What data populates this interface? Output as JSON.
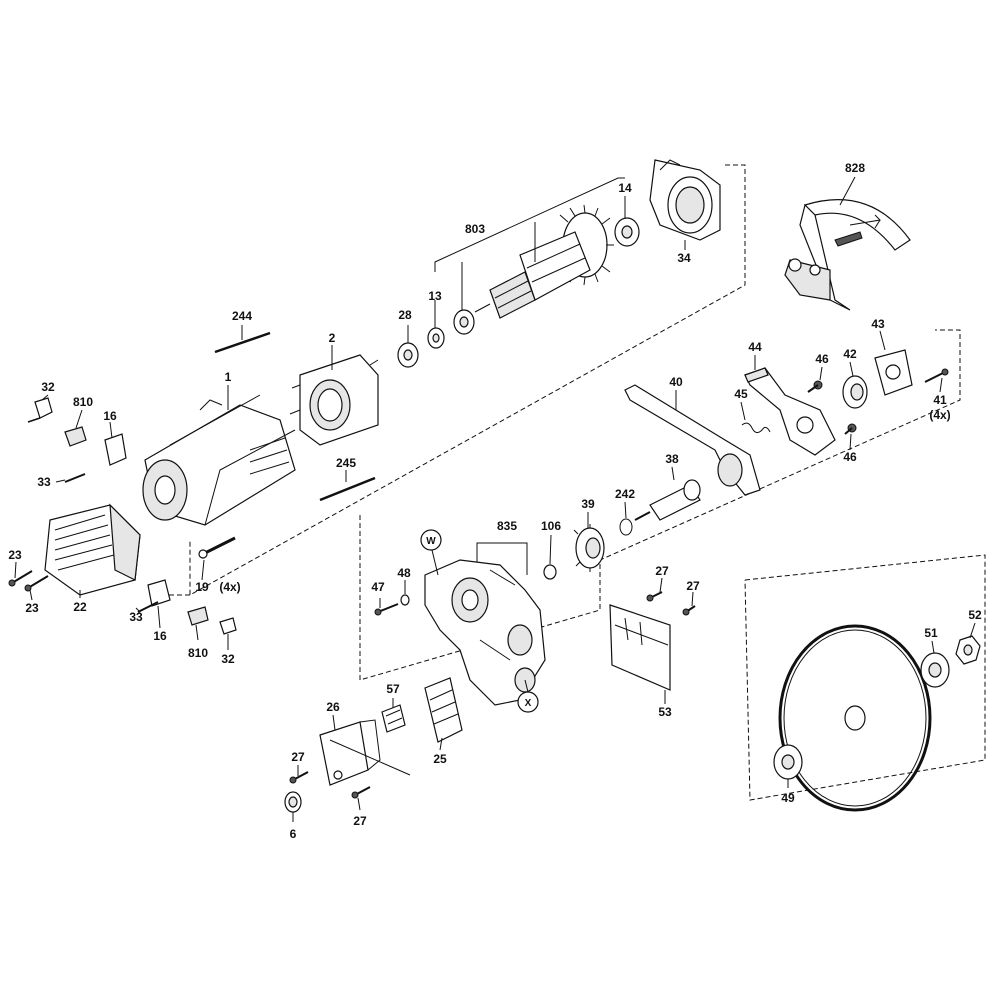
{
  "labels": {
    "l828": "828",
    "l14": "14",
    "l803": "803",
    "l34": "34",
    "l13": "13",
    "l28": "28",
    "l244": "244",
    "l2": "2",
    "l1": "1",
    "l32a": "32",
    "l810a": "810",
    "l16a": "16",
    "l33a": "33",
    "l245": "245",
    "l43": "43",
    "l44": "44",
    "l46a": "46",
    "l42": "42",
    "l40": "40",
    "l45": "45",
    "l41": "41",
    "l4x_b": "(4x)",
    "l46b": "46",
    "l38": "38",
    "l39": "39",
    "l242": "242",
    "l835": "835",
    "l106": "106",
    "lW": "W",
    "l47": "47",
    "l48": "48",
    "l27a": "27",
    "l27b": "27",
    "l23a": "23",
    "l23b": "23",
    "l22": "22",
    "l19": "19",
    "l4x_a": "(4x)",
    "l33b": "33",
    "l16b": "16",
    "l810b": "810",
    "l32b": "32",
    "l53": "53",
    "l52": "52",
    "l51": "51",
    "l57": "57",
    "l26": "26",
    "lX": "X",
    "l25": "25",
    "l27c": "27",
    "l27d": "27",
    "l6": "6",
    "l49": "49"
  }
}
